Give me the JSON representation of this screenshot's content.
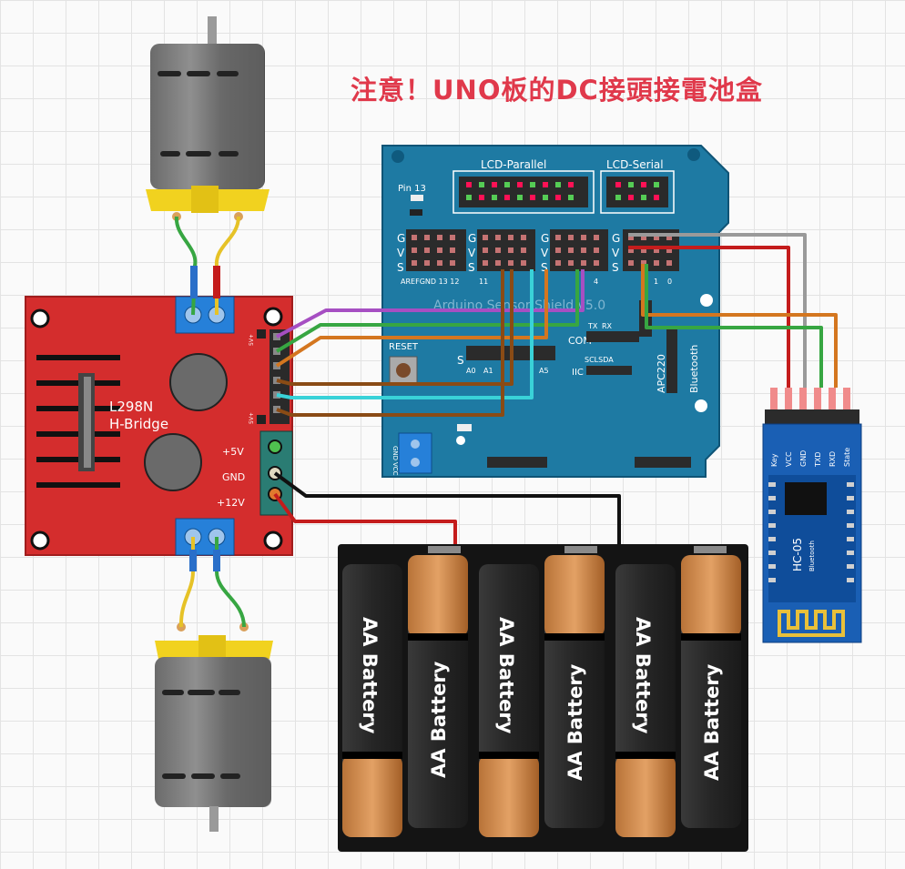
{
  "note": "注意！UNO板的DC接頭接電池盒",
  "shield": {
    "lcd_parallel": "LCD-Parallel",
    "lcd_serial": "LCD-Serial",
    "pin13": "Pin 13",
    "g": "G",
    "v": "V",
    "s": "S",
    "aref_row": "AREFGND 13  12",
    "pin11": "11",
    "pin1": "1",
    "pin0": "0",
    "pin4": "4",
    "title": "Arduino Sensor Shield v5.0",
    "reset": "RESET",
    "com": "COM",
    "tx": "TX",
    "rx": "RX",
    "a0": "A0",
    "a1": "A1",
    "a5": "A5",
    "scl_sda": "SCLSDA",
    "iic": "IIC",
    "apc220": "APC220",
    "bluetooth": "Bluetooth",
    "gnd": "GND",
    "vcc": "VCC"
  },
  "driver": {
    "name1": "L298N",
    "name2": "H-Bridge",
    "plus5v": "+5V",
    "gnd": "GND",
    "plus12v": "+12V",
    "v5a": "5V+",
    "v5b": "5V+"
  },
  "bt": {
    "pins": [
      "Key",
      "VCC",
      "GND",
      "TXD",
      "RXD",
      "State"
    ],
    "model": "HC-05",
    "sub": "Bluetooth"
  },
  "battery": {
    "labels": [
      "AA Battery",
      "AA Battery",
      "AA Battery",
      "AA Battery",
      "AA Battery",
      "AA Battery"
    ]
  },
  "colors": {
    "driver_red": "#d42d2d",
    "shield_blue": "#1e7aa3",
    "bt_blue": "#1a5fb4",
    "wire_purple": "#a64fc2",
    "wire_green": "#37a642",
    "wire_orange": "#d4761f",
    "wire_brown": "#8a4b15",
    "wire_cyan": "#39d2d8",
    "wire_red": "#c41c1c",
    "wire_black": "#111111",
    "wire_gray": "#9a9a9a",
    "note_red": "#e0394b"
  }
}
